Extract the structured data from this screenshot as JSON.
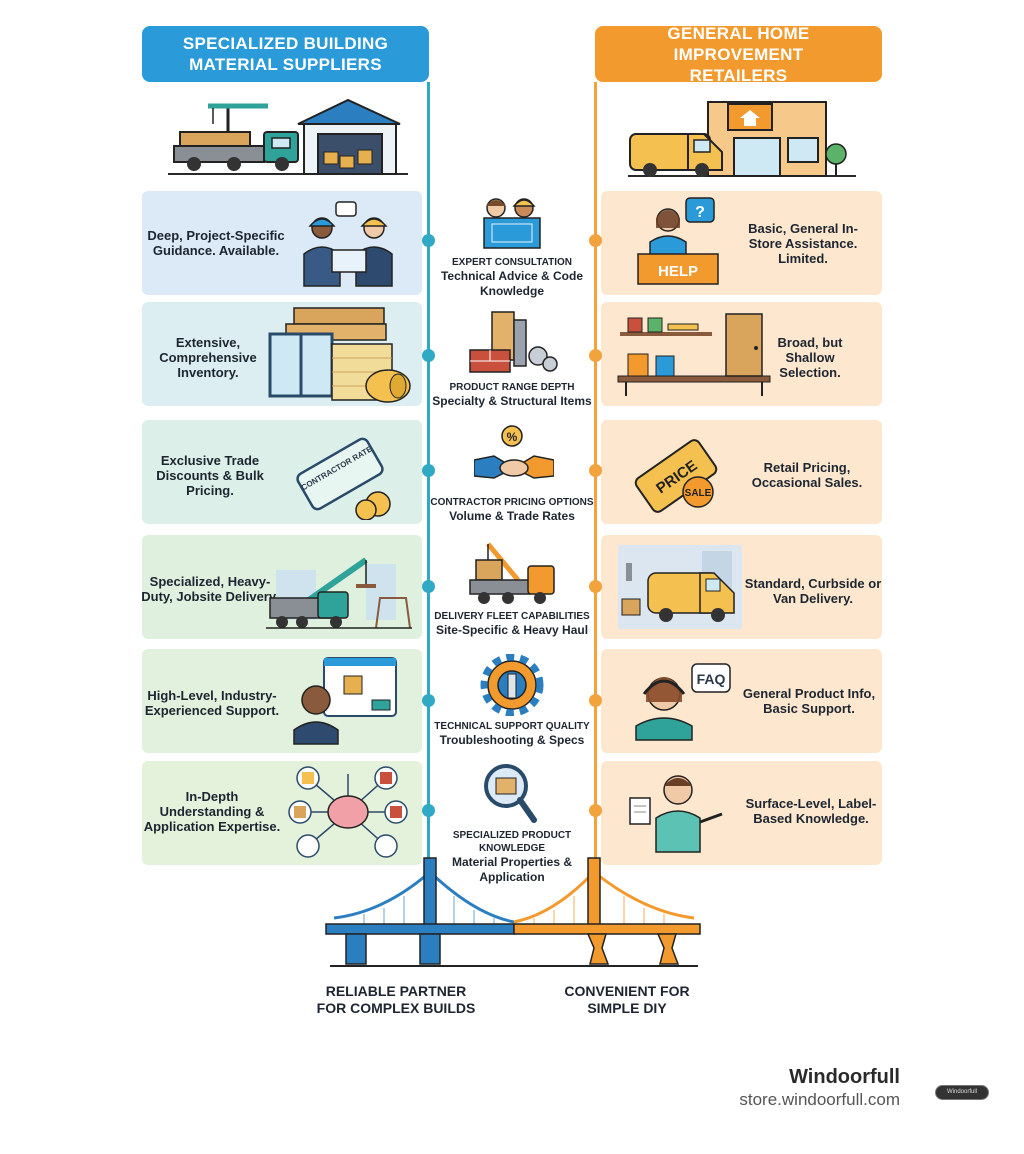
{
  "headers": {
    "left": "SPECIALIZED BUILDING MATERIAL SUPPLIERS",
    "right": "GENERAL HOME IMPROVEMENT RETAILERS"
  },
  "rows": [
    {
      "left": "Deep, Project-Specific Guidance. Available.",
      "category": "EXPERT CONSULTATION",
      "subtitle": "Technical Advice & Code Knowledge",
      "right": "Basic, General In-Store Assistance. Limited.",
      "right_sign": "HELP",
      "left_icon": "consultants-icon",
      "center_icon": "engineers-blueprint-icon",
      "right_icon": "help-desk-icon"
    },
    {
      "left": "Extensive, Comprehensive Inventory.",
      "category": "PRODUCT RANGE DEPTH",
      "subtitle": "Specialty & Structural Items",
      "right": "Broad, but Shallow Selection.",
      "left_icon": "lumber-stack-icon",
      "center_icon": "materials-icon",
      "right_icon": "shelf-icon"
    },
    {
      "left": "Exclusive Trade Discounts & Bulk Pricing.",
      "category": "CONTRACTOR PRICING OPTIONS",
      "subtitle": "Volume & Trade Rates",
      "right": "Retail Pricing, Occasional Sales.",
      "left_tag": "CONTRACTOR RATE",
      "right_tag": "PRICE",
      "right_badge": "SALE",
      "left_icon": "rate-tag-icon",
      "center_icon": "handshake-icon",
      "right_icon": "price-tag-icon"
    },
    {
      "left": "Specialized, Heavy-Duty, Jobsite Delivery.",
      "category": "DELIVERY FLEET CAPABILITIES",
      "subtitle": "Site-Specific & Heavy Haul",
      "right": "Standard, Curbside or Van Delivery.",
      "left_icon": "crane-truck-icon",
      "center_icon": "boom-truck-icon",
      "right_icon": "van-icon"
    },
    {
      "left": "High-Level, Industry-Experienced Support.",
      "category": "TECHNICAL SUPPORT QUALITY",
      "subtitle": "Troubleshooting & Specs",
      "right": "General Product Info, Basic Support.",
      "right_sign": "FAQ",
      "left_icon": "support-agent-icon",
      "center_icon": "gear-wrench-icon",
      "right_icon": "headset-agent-icon"
    },
    {
      "left": "In-Depth Understanding & Application Expertise.",
      "category": "SPECIALIZED PRODUCT KNOWLEDGE",
      "subtitle": "Material Properties & Application",
      "right": "Surface-Level, Label-Based Knowledge.",
      "left_icon": "brain-network-icon",
      "center_icon": "magnifier-icon",
      "right_icon": "shrug-person-icon"
    }
  ],
  "bottom": {
    "left": "RELIABLE PARTNER FOR COMPLEX BUILDS",
    "right": "CONVENIENT FOR SIMPLE DIY"
  },
  "brand": {
    "name": "Windoorfull",
    "url": "store.windoorfull.com",
    "badge": "Windoorfull"
  },
  "colors": {
    "left_accent": "#2b9ad8",
    "right_accent": "#f39a2e",
    "left_line": "#2fa9c4",
    "right_panel": "#fde8cf"
  }
}
